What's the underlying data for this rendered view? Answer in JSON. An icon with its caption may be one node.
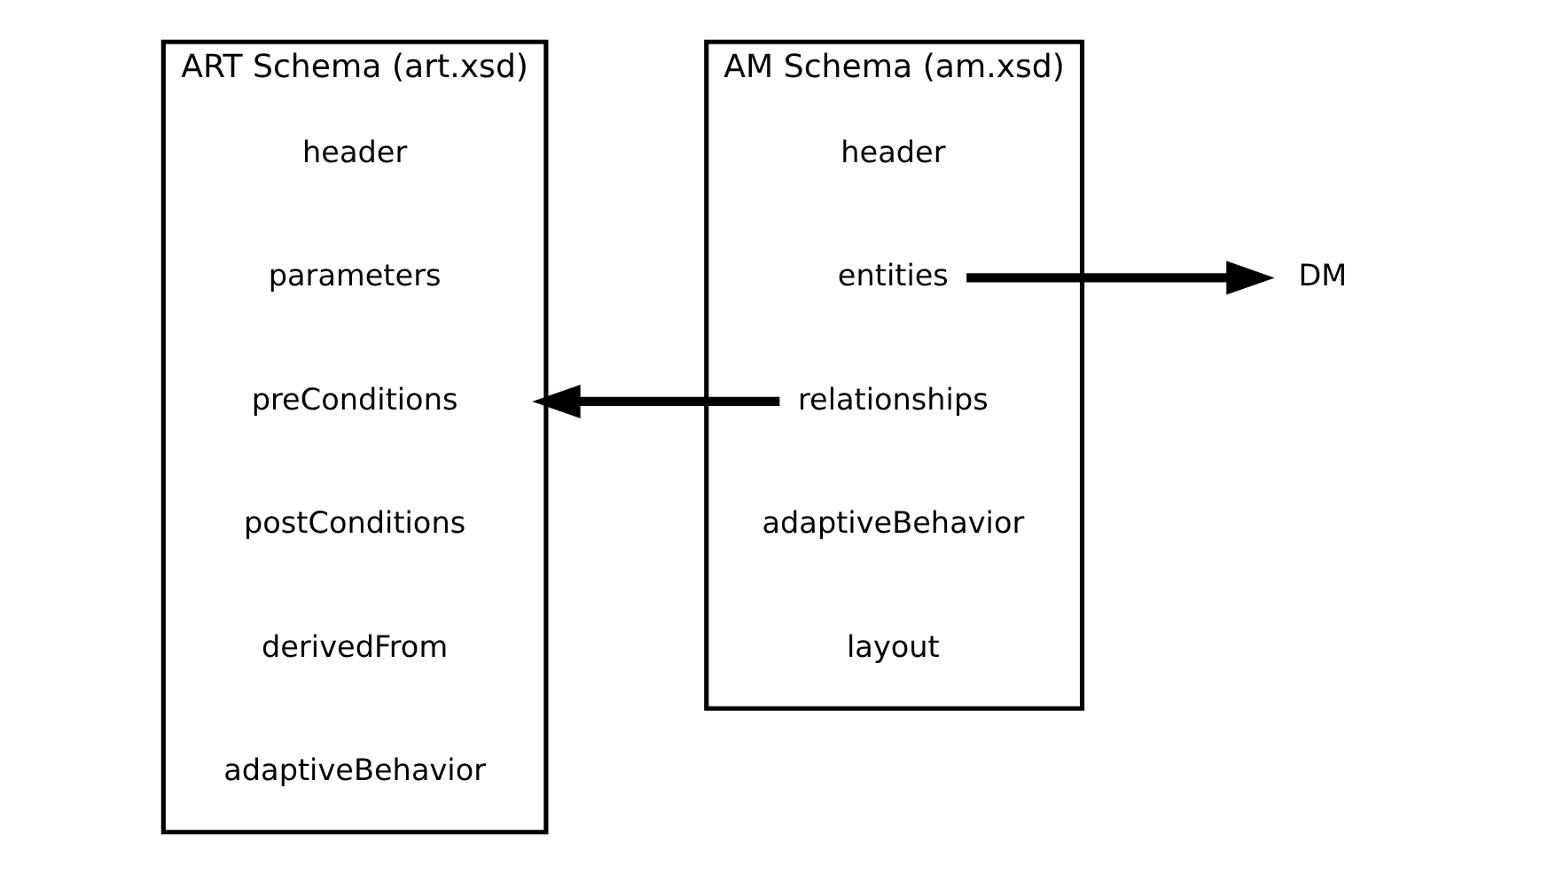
{
  "diagram": {
    "nodes": [
      {
        "text": [
          "ART Schema (art.xsd)"
        ]
      },
      {
        "text": [
          "header"
        ],
        "in": 0
      },
      {
        "text": [
          "parameters"
        ],
        "in": 0
      },
      {
        "text": [
          "preConditions"
        ],
        "in": 0
      },
      {
        "text": [
          "postConditions"
        ],
        "in": 0
      },
      {
        "text": [
          "derivedFrom"
        ],
        "in": 0
      },
      {
        "text": [
          "adaptiveBehavior"
        ],
        "in": 0
      },
      {
        "text": [
          "AM Schema (am.xsd)"
        ]
      },
      {
        "text": [
          "header"
        ],
        "in": 7
      },
      {
        "text": [
          "entities"
        ],
        "in": 7
      },
      {
        "text": [
          "relationships"
        ],
        "in": 7
      },
      {
        "text": [
          "adaptiveBehavior"
        ],
        "in": 7
      },
      {
        "text": [
          "layout"
        ],
        "in": 7
      },
      {
        "text": [
          "DM"
        ]
      }
    ],
    "edges": [
      {
        "from": 10,
        "to": 0,
        "arrow": "to"
      },
      {
        "from": 9,
        "to": 13,
        "arrow": "to"
      }
    ]
  }
}
